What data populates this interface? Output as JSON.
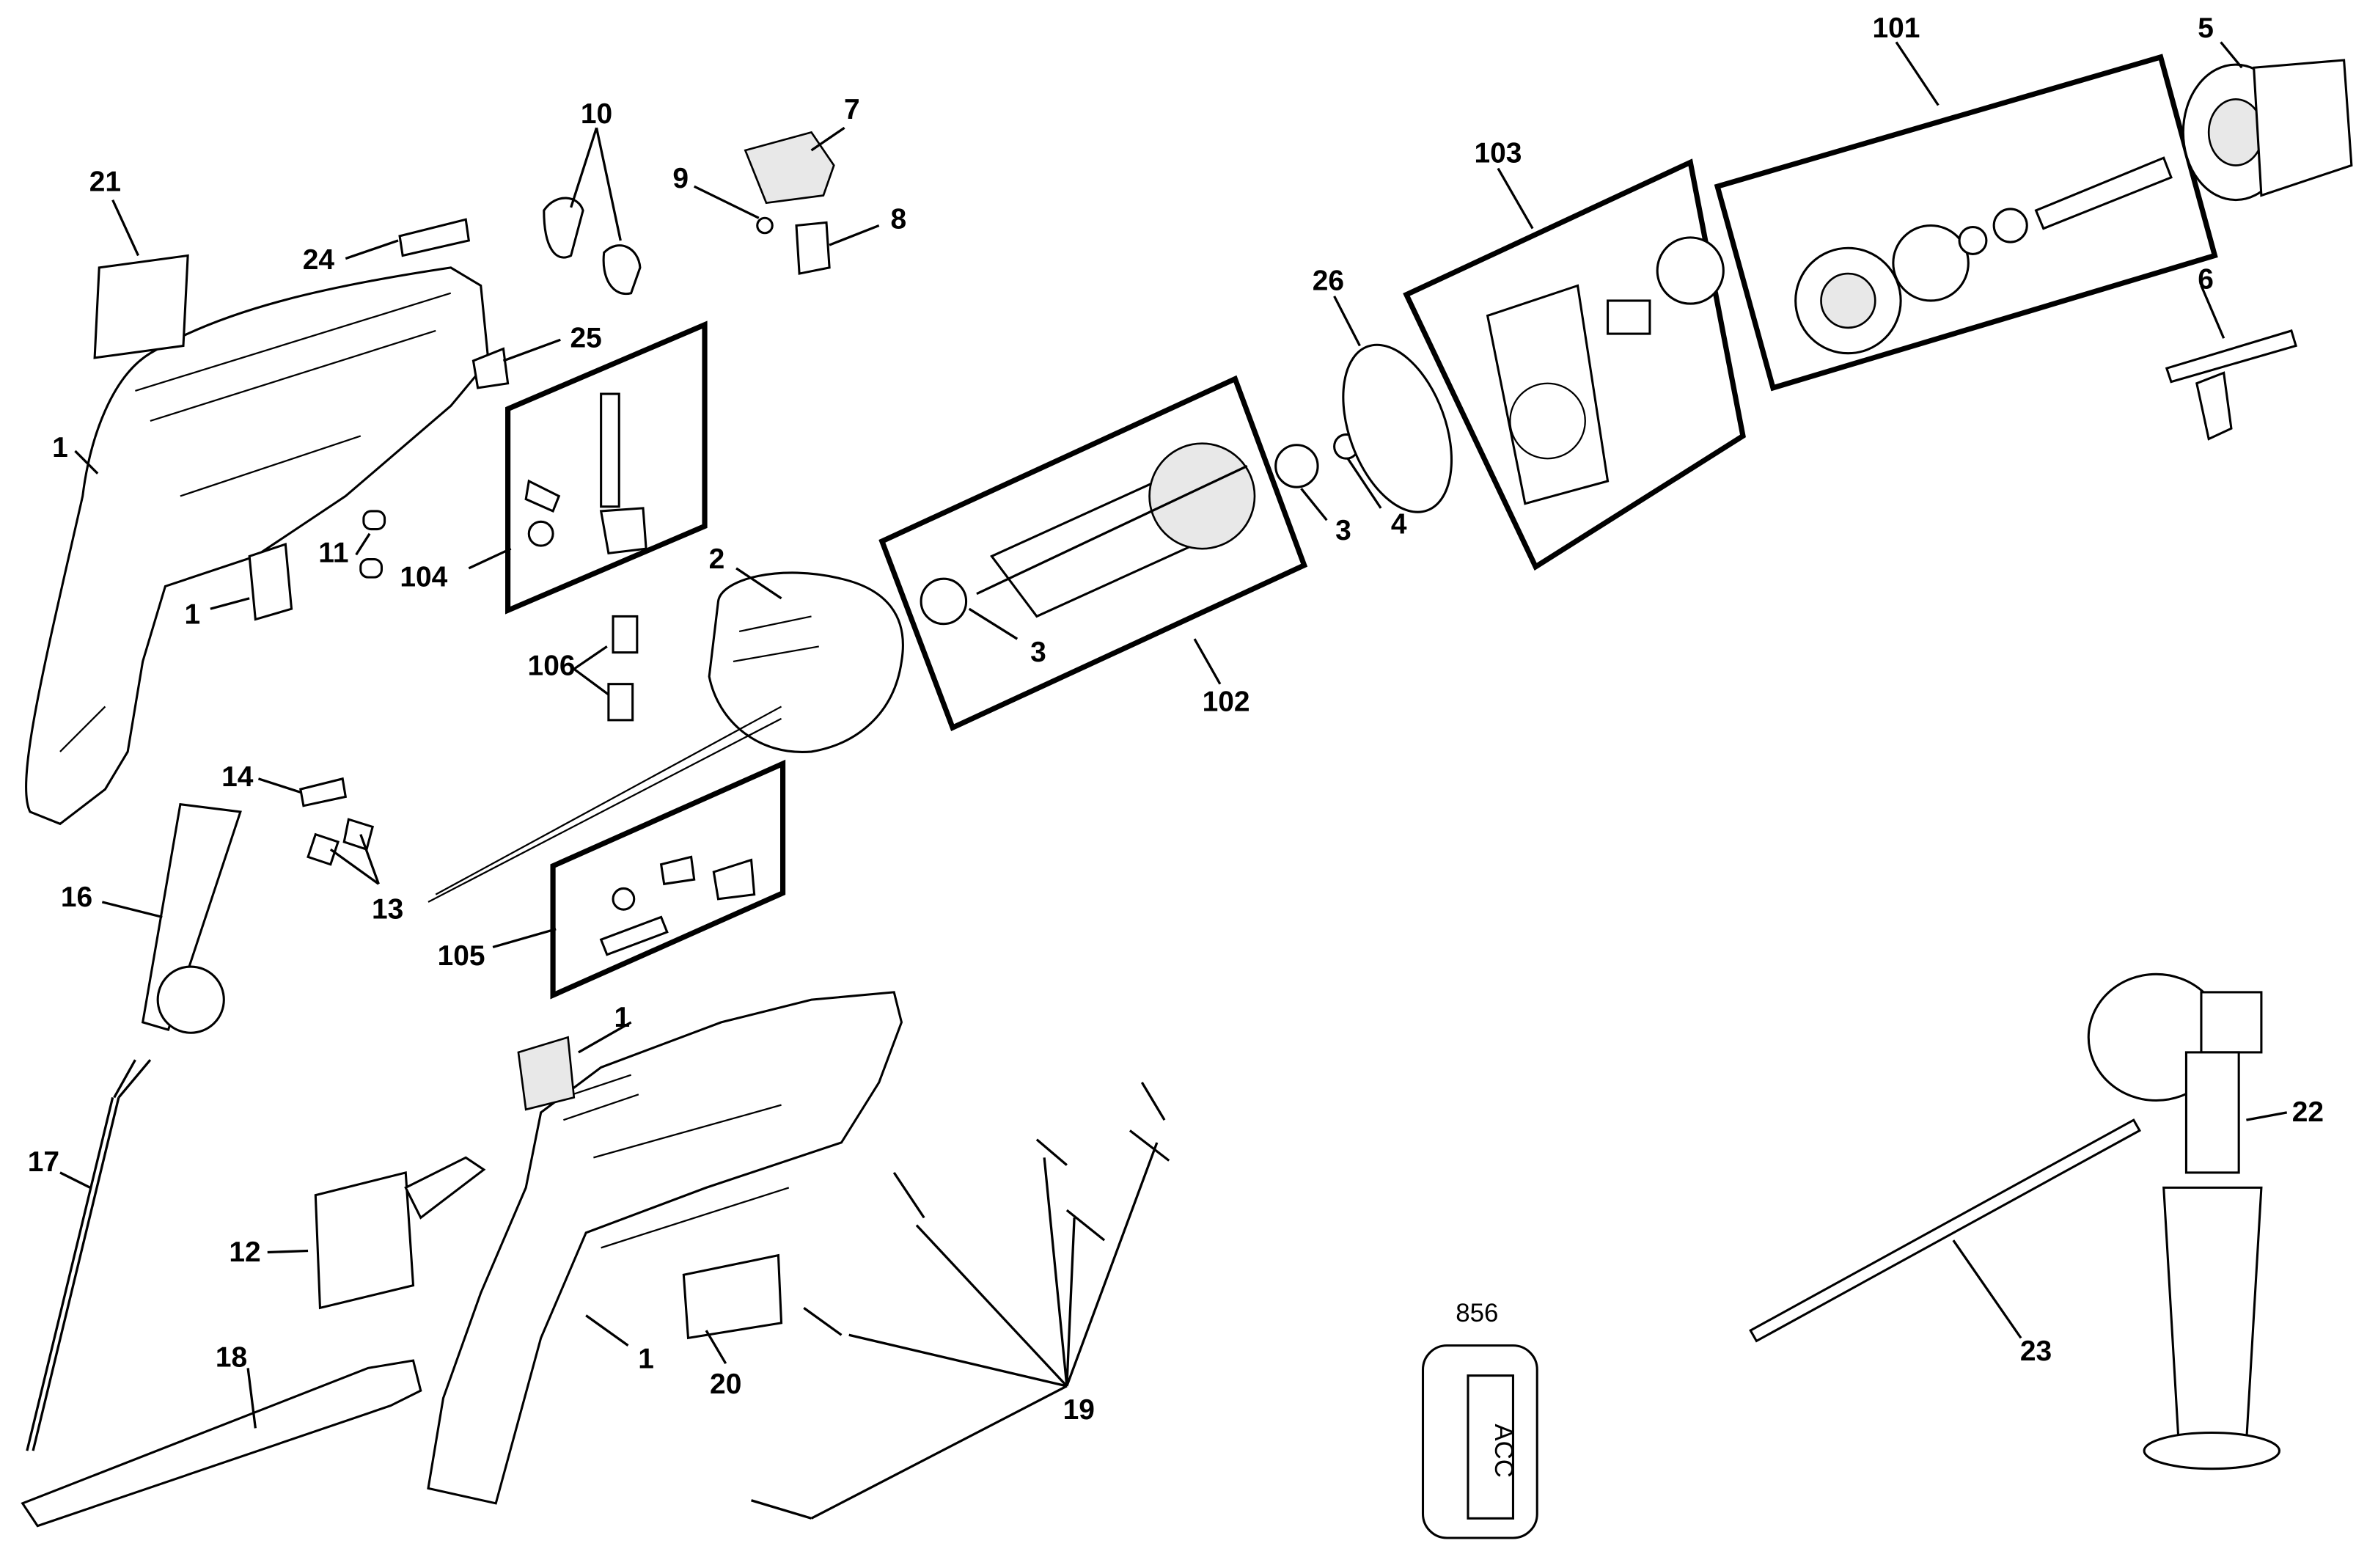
{
  "callouts": [
    "21",
    "24",
    "10",
    "7",
    "9",
    "8",
    "25",
    "1",
    "104",
    "11",
    "1",
    "2",
    "106",
    "103",
    "101",
    "5",
    "26",
    "6",
    "3",
    "4",
    "3",
    "102",
    "14",
    "13",
    "16",
    "105",
    "1",
    "17",
    "12",
    "1",
    "20",
    "18",
    "19",
    "22",
    "23"
  ],
  "accessory_tag": {
    "number": "856",
    "text": "ACC"
  }
}
